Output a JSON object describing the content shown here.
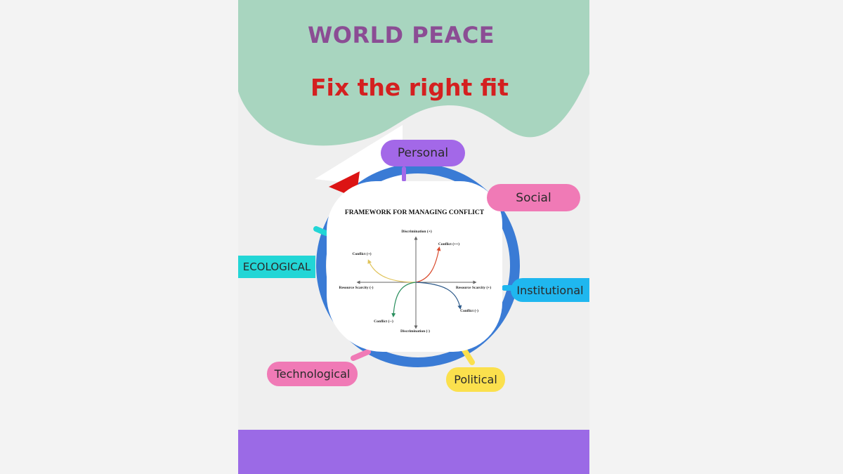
{
  "poster": {
    "title": "WORLD PEACE",
    "subtitle": "Fix the right fit",
    "colors": {
      "title": "#8b4d94",
      "subtitle": "#d42020",
      "wave": "#a8d5bf",
      "ring": "#3a7bd5",
      "bottom_band": "#9b6ae6",
      "background": "#efefef"
    }
  },
  "labels": {
    "personal": "Personal",
    "social": "Social",
    "ecological": "ECOLOGICAL",
    "institutional": "Institutional",
    "technological": "Technological",
    "political": "Political"
  },
  "label_colors": {
    "personal": "#a368e8",
    "social": "#f07ab6",
    "ecological": "#22d6d6",
    "institutional": "#1fb7ef",
    "technological": "#f07ab6",
    "political": "#fbe04d"
  },
  "framework": {
    "title": "FRAMEWORK FOR MANAGING CONFLICT",
    "axis_top": "Discrimination (+)",
    "axis_bottom": "Discrimination (-)",
    "axis_left": "Resource Scarcity (-)",
    "axis_right": "Resource Scarcity (+)",
    "curve_upper_right": "Conflict (++)",
    "curve_upper_left": "Conflict (+)",
    "curve_lower_right": "Conflict (-)",
    "curve_lower_left": "Conflict (--)",
    "curve_colors": {
      "upper_right": "#d9492b",
      "upper_left": "#e0c35a",
      "lower_right": "#2d5a8a",
      "lower_left": "#2a8f5e"
    }
  }
}
